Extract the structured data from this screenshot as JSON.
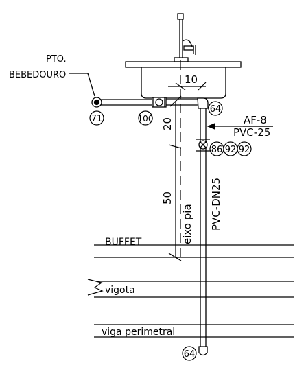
{
  "labels": {
    "pto_line1": "PTO.",
    "pto_line2": "BEBEDOURO",
    "dim_10": "10",
    "dim_20": "20",
    "dim_50": "50",
    "axis_label": "eixo pia",
    "af_label": "AF-8",
    "pvc_label": "PVC-25",
    "pipe_label": "PVC-DN25",
    "buffet": "BUFFET",
    "vigota": "vigota",
    "viga": "viga perimetral"
  },
  "callouts": {
    "c71": "71",
    "c100": "100",
    "c64_top": "64",
    "c86": "86",
    "c92a": "92",
    "c92b": "92",
    "c64_bottom": "64"
  }
}
